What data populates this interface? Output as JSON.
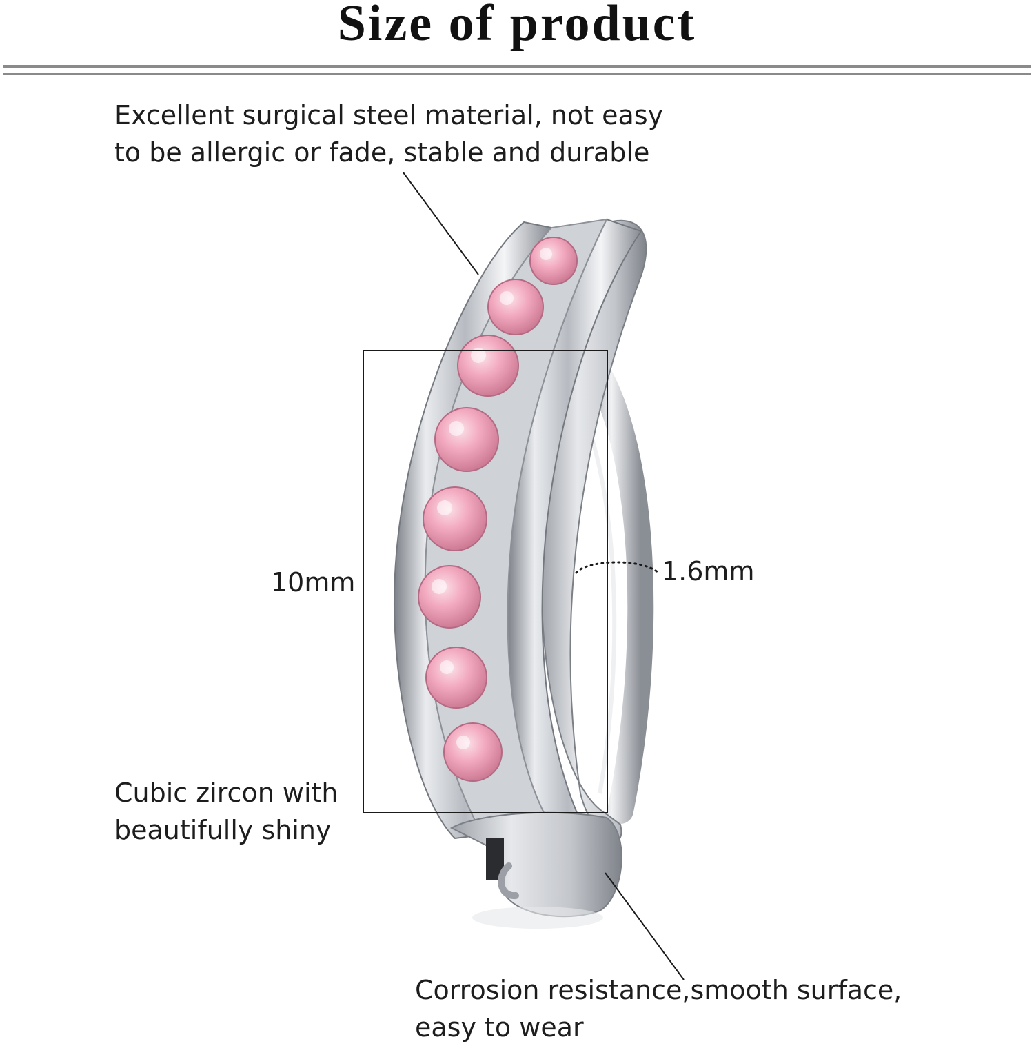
{
  "title": "Size of product",
  "annotations": {
    "material": {
      "line1": "Excellent surgical steel material, not easy",
      "line2": "to be allergic or fade, stable and durable"
    },
    "zircon": {
      "line1": "Cubic zircon with",
      "line2": "beautifully shiny"
    },
    "corrosion": {
      "line1": "Corrosion resistance,smooth surface,",
      "line2": "easy to wear"
    }
  },
  "dimensions": {
    "height_label": "10mm",
    "gauge_label": "1.6mm"
  },
  "colors": {
    "steel": "#c9ccd1",
    "steel_dark": "#8d9197",
    "gem_pink": "#f2a9bf",
    "rule": "#8a8a8a"
  }
}
